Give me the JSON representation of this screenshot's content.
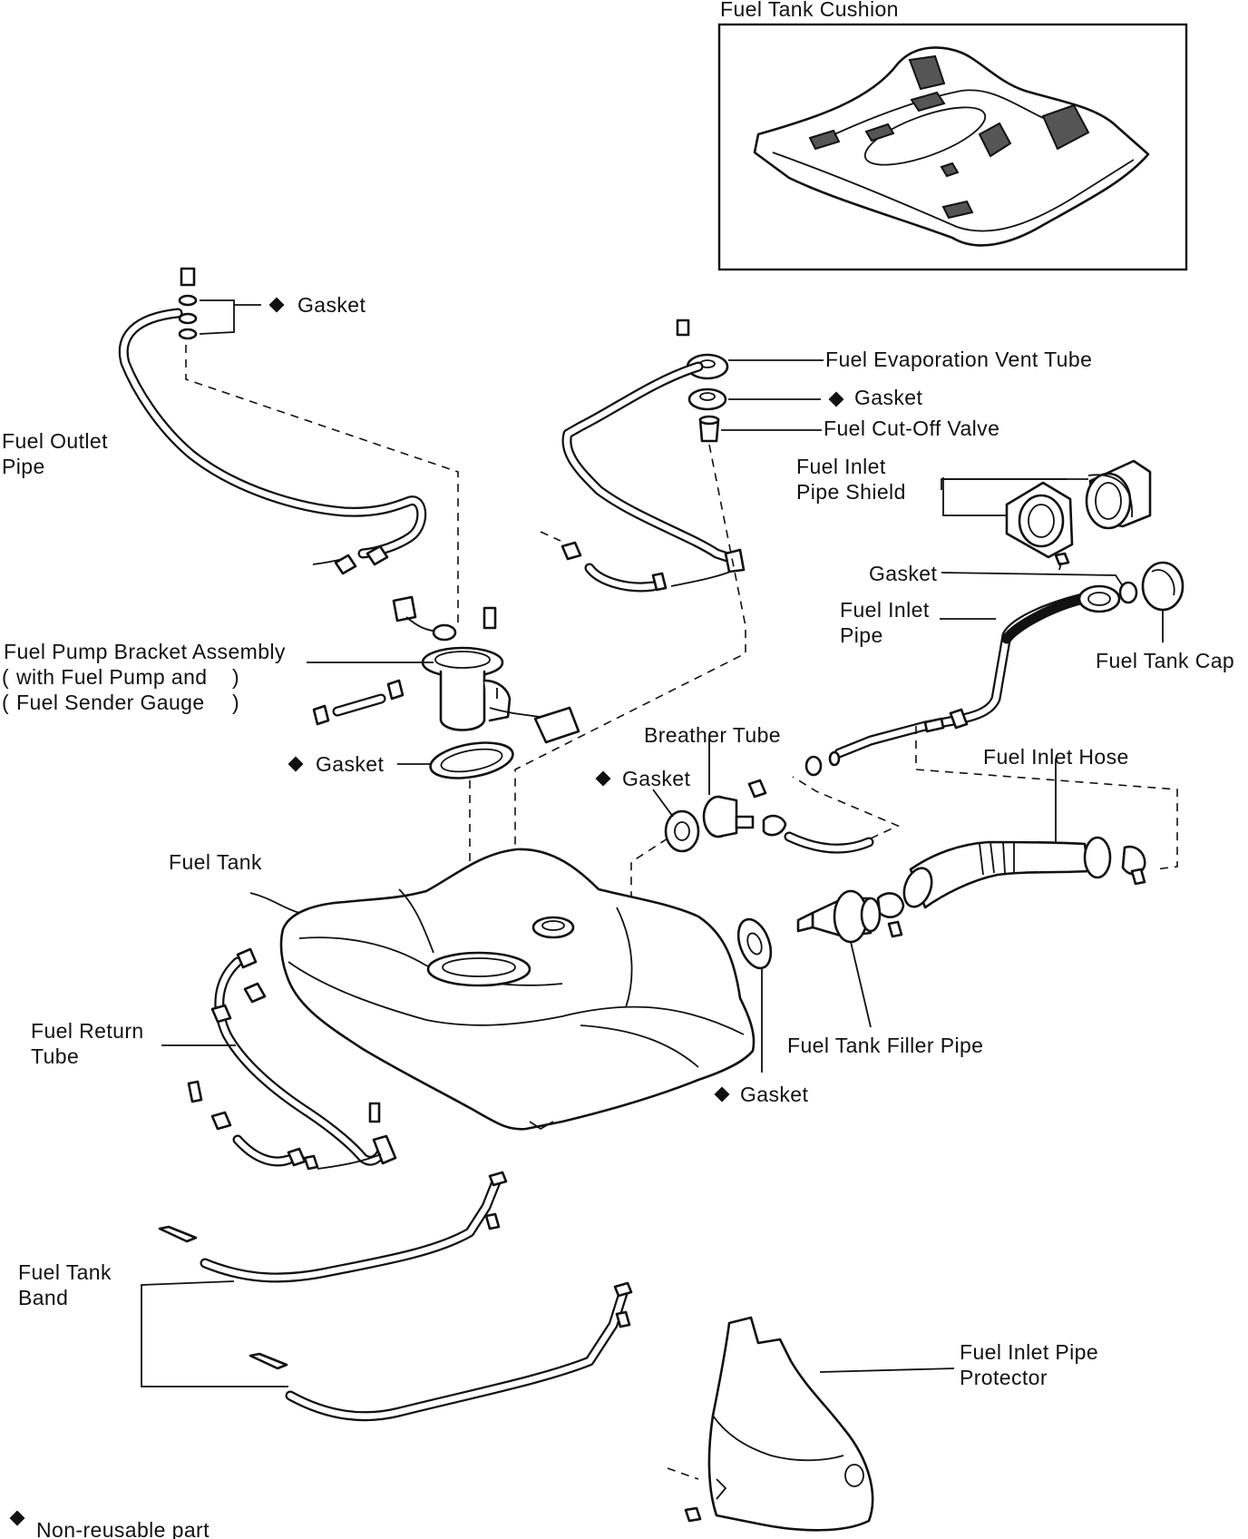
{
  "labels": {
    "fuel_tank_cushion": "Fuel Tank Cushion",
    "gasket_top": "Gasket",
    "fuel_outlet_pipe_1": "Fuel Outlet",
    "fuel_outlet_pipe_2": "Pipe",
    "fuel_evap_vent_tube": "Fuel Evaporation Vent Tube",
    "gasket_evap": "Gasket",
    "fuel_cutoff_valve": "Fuel Cut-Off Valve",
    "fuel_inlet_pipe_shield_1": "Fuel Inlet",
    "fuel_inlet_pipe_shield_2": "Pipe Shield",
    "gasket_inlet": "Gasket",
    "fuel_inlet_pipe_1": "Fuel Inlet",
    "fuel_inlet_pipe_2": "Pipe",
    "fuel_tank_cap": "Fuel Tank Cap",
    "fuel_pump_bracket_1": "Fuel Pump Bracket Assembly",
    "fuel_pump_bracket_2": "with Fuel Pump and",
    "fuel_pump_bracket_3": "Fuel Sender Gauge",
    "breather_tube": "Breather Tube",
    "gasket_pump": "Gasket",
    "gasket_breather": "Gasket",
    "fuel_inlet_hose": "Fuel Inlet Hose",
    "fuel_tank": "Fuel Tank",
    "fuel_return_tube_1": "Fuel Return",
    "fuel_return_tube_2": "Tube",
    "fuel_tank_filler_pipe": "Fuel Tank Filler Pipe",
    "gasket_filler": "Gasket",
    "fuel_tank_band_1": "Fuel Tank",
    "fuel_tank_band_2": "Band",
    "fuel_inlet_pipe_protector_1": "Fuel Inlet Pipe",
    "fuel_inlet_pipe_protector_2": "Protector",
    "legend": "Non-reusable part"
  }
}
